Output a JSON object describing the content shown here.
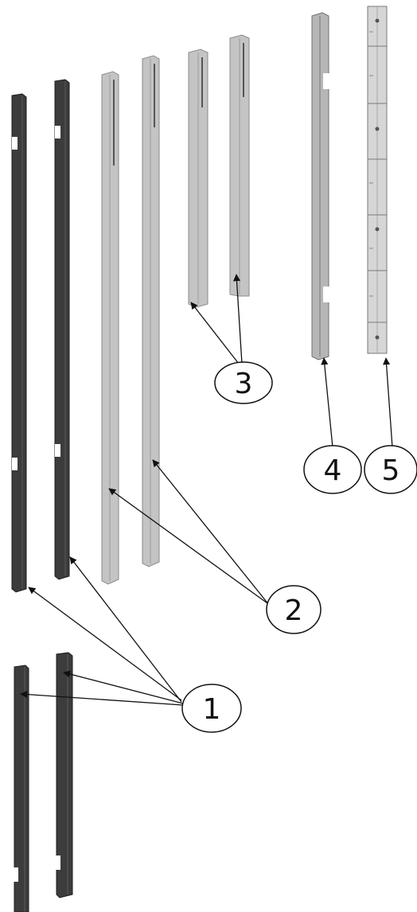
{
  "callouts": {
    "c1": "1",
    "c2": "2",
    "c3": "3",
    "c4": "4",
    "c5": "5"
  },
  "colors": {
    "dark_rail": "#3c3c3c",
    "dark_edge": "#1e1e1e",
    "light_rail": "#c4c4c4",
    "light_edge": "#8a8a8a",
    "ink": "#111111"
  }
}
